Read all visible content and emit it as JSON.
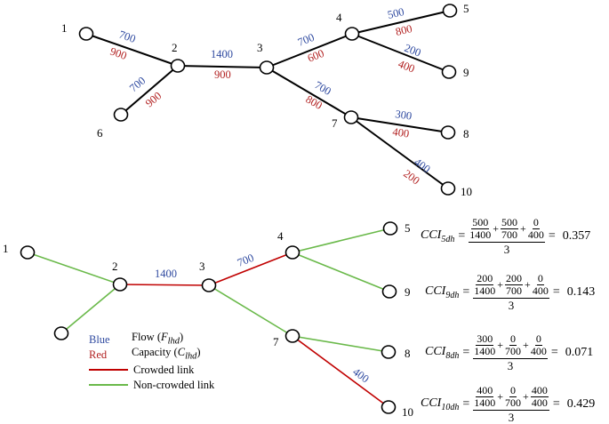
{
  "colors": {
    "flow": "#2f4aa0",
    "capacity": "#b22222",
    "crowded": "#c00000",
    "non_crowded": "#6ab94a"
  },
  "top_diagram": {
    "node_labels": [
      "1",
      "2",
      "3",
      "4",
      "5",
      "9",
      "6",
      "7",
      "8",
      "10"
    ],
    "links": [
      {
        "from": "1",
        "to": "2",
        "flow": "700",
        "capacity": "900"
      },
      {
        "from": "6",
        "to": "2",
        "flow": "700",
        "capacity": "900"
      },
      {
        "from": "2",
        "to": "3",
        "flow": "1400",
        "capacity": "900"
      },
      {
        "from": "3",
        "to": "4",
        "flow": "700",
        "capacity": "600"
      },
      {
        "from": "4",
        "to": "5",
        "flow": "500",
        "capacity": "800"
      },
      {
        "from": "4",
        "to": "9",
        "flow": "200",
        "capacity": "400"
      },
      {
        "from": "3",
        "to": "7",
        "flow": "700",
        "capacity": "800"
      },
      {
        "from": "7",
        "to": "8",
        "flow": "300",
        "capacity": "400"
      },
      {
        "from": "7",
        "to": "10",
        "flow": "400",
        "capacity": "200"
      }
    ]
  },
  "bottom_diagram": {
    "node_labels": [
      "1",
      "2",
      "3",
      "4",
      "5",
      "9",
      "7",
      "8",
      "10"
    ],
    "link_labels": {
      "2-3": "1400",
      "3-4": "700",
      "7-10": "400"
    },
    "crowded_links": [
      "2-3",
      "3-4",
      "7-10"
    ]
  },
  "formulas": [
    {
      "cci": "CCI",
      "sub": "5dh",
      "terms": [
        [
          "500",
          "1400"
        ],
        [
          "500",
          "700"
        ],
        [
          "0",
          "400"
        ]
      ],
      "den": "3",
      "result": "0.357"
    },
    {
      "cci": "CCI",
      "sub": "9dh",
      "terms": [
        [
          "200",
          "1400"
        ],
        [
          "200",
          "700"
        ],
        [
          "0",
          "400"
        ]
      ],
      "den": "3",
      "result": "0.143"
    },
    {
      "cci": "CCI",
      "sub": "8dh",
      "terms": [
        [
          "300",
          "1400"
        ],
        [
          "0",
          "700"
        ],
        [
          "0",
          "400"
        ]
      ],
      "den": "3",
      "result": "0.071"
    },
    {
      "cci": "CCI",
      "sub": "10dh",
      "terms": [
        [
          "400",
          "1400"
        ],
        [
          "0",
          "700"
        ],
        [
          "400",
          "400"
        ]
      ],
      "den": "3",
      "result": "0.429"
    }
  ],
  "legend": {
    "blue_key": "Blue",
    "flow_text": "Flow (",
    "flow_var": "F",
    "flow_sub": "lhd",
    "red_key": "Red",
    "capacity_text": "Capacity (",
    "capacity_var": "C",
    "capacity_sub": "lhd",
    "close_paren": ")",
    "crowded": "Crowded link",
    "non_crowded": "Non-crowded link"
  }
}
